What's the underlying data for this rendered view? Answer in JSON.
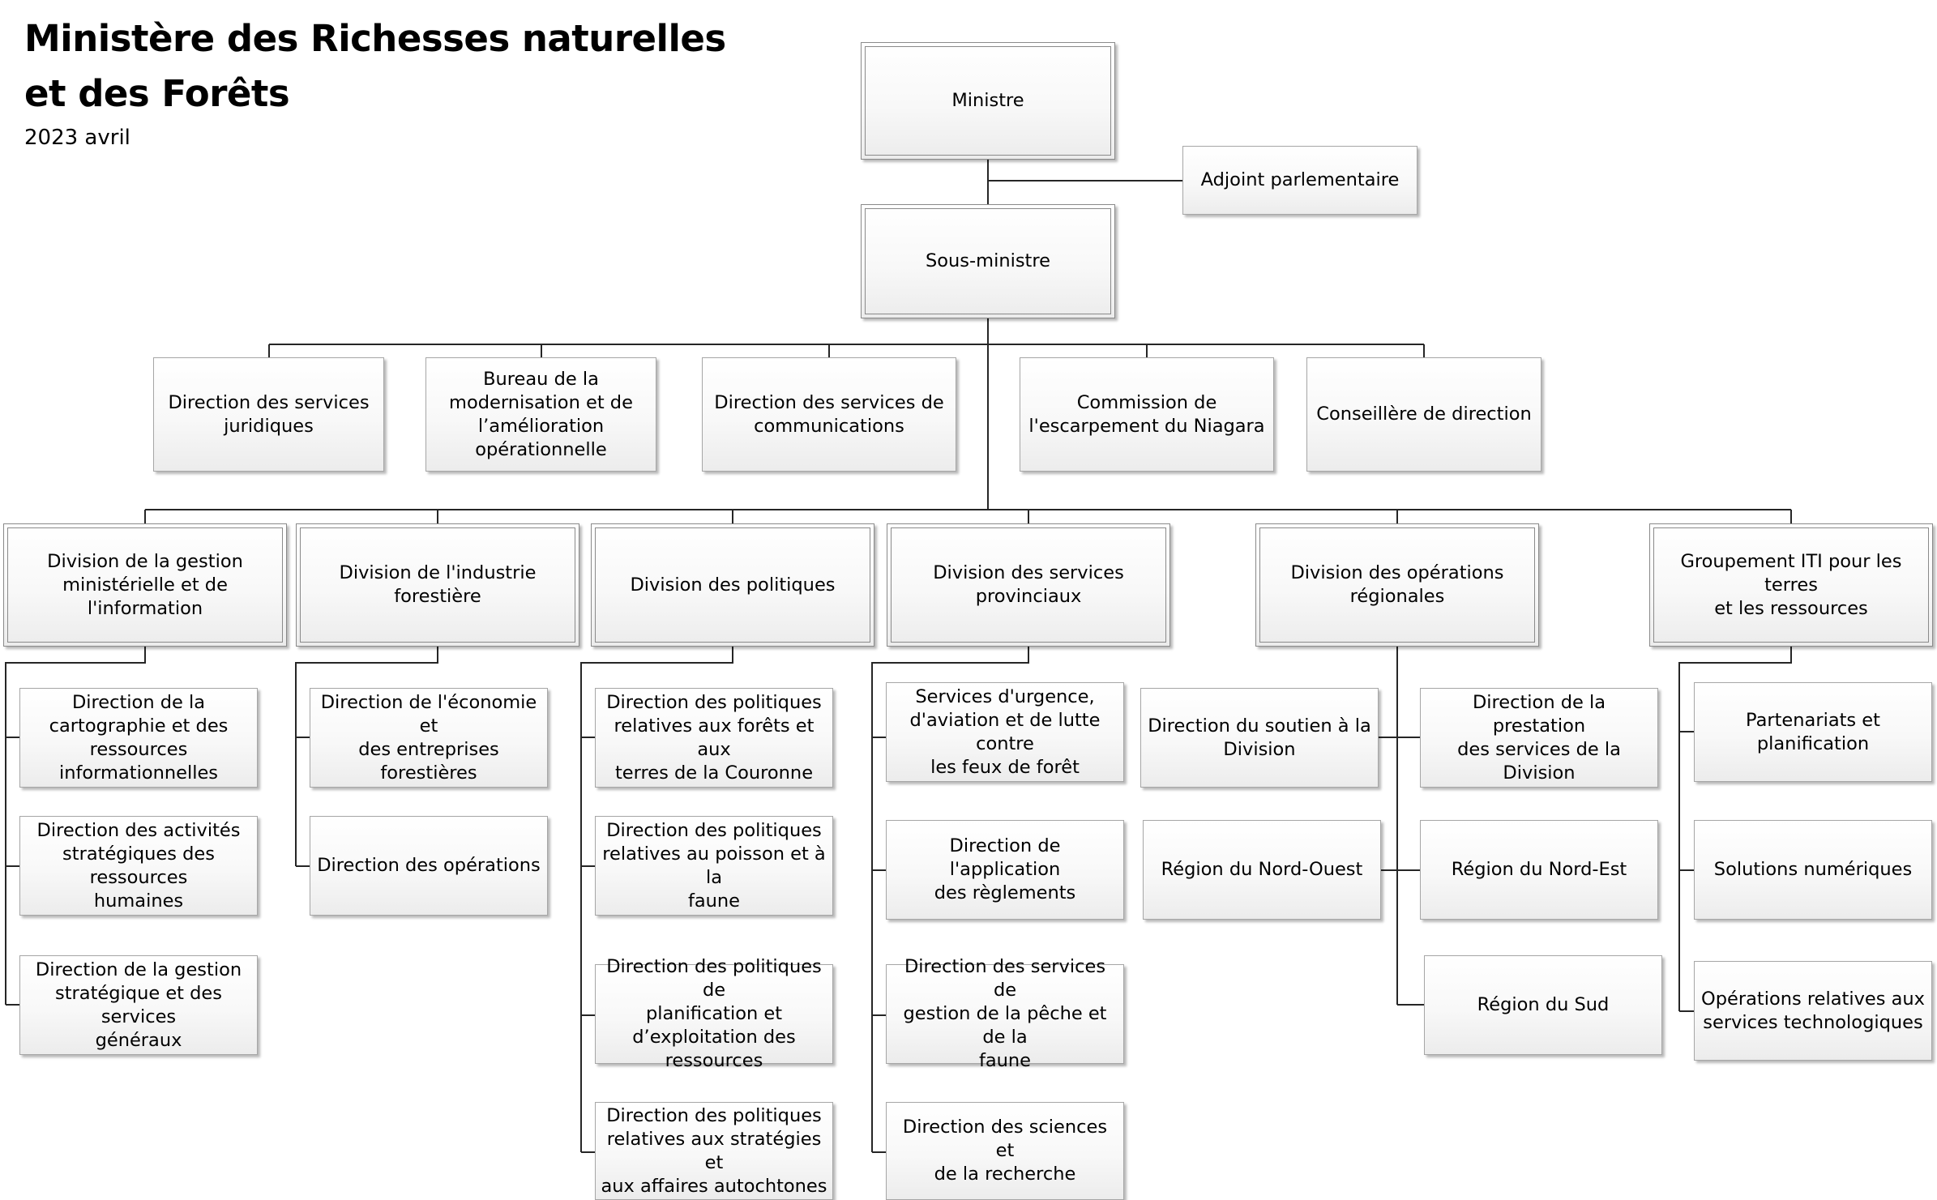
{
  "title_line1": "Ministère des Richesses naturelles",
  "title_line2": "et des Forêts",
  "subtitle": "2023 avril",
  "nodes": {
    "ministre": "Ministre",
    "adjoint": "Adjoint parlementaire",
    "sous_ministre": "Sous-ministre",
    "juridiques": "Direction des services\njuridiques",
    "bureau_modernisation": "Bureau de la\nmodernisation et de\nl’amélioration\nopérationnelle",
    "communications": "Direction des services de\ncommunications",
    "escarpement": "Commission de\nl'escarpement du Niagara",
    "conseillere": "Conseillère de direction",
    "div_gestion": "Division de la gestion\nministérielle et de l'information",
    "div_industrie": "Division de l'industrie\nforestière",
    "div_politiques": "Division des politiques",
    "div_services_prov": "Division des services\nprovinciaux",
    "div_operations": "Division des opérations\nrégionales",
    "groupement_iti": "Groupement ITI pour les terres\net les ressources",
    "cartographie": "Direction de la\ncartographie et des\nressources\ninformationnelles",
    "activites_rh": "Direction des activités\nstratégiques des ressources\nhumaines",
    "gestion_strat": "Direction de la gestion\nstratégique et des services\ngénéraux",
    "economie": "Direction de l'économie et\ndes entreprises forestières",
    "dir_operations": "Direction des opérations",
    "pol_forets": "Direction des politiques\nrelatives aux forêts et aux\nterres de la Couronne",
    "pol_poisson": "Direction des politiques\nrelatives au poisson et à la\nfaune",
    "pol_planif": "Direction des politiques de\nplanification et\nd’exploitation des\nressources",
    "pol_autochtones": "Direction des politiques\nrelatives aux stratégies et\naux affaires autochtones",
    "urgence": "Services d'urgence,\nd'aviation et de lutte contre\nles feux de forêt",
    "application": "Direction de l'application\ndes règlements",
    "peche": "Direction des services de\ngestion de la pêche et de la\nfaune",
    "sciences": "Direction des sciences et\nde la recherche",
    "soutien": "Direction du soutien à la\nDivision",
    "nord_ouest": "Région du Nord-Ouest",
    "prestation": "Direction de la prestation\ndes services de la Division",
    "nord_est": "Région du Nord-Est",
    "sud": "Région du Sud",
    "partenariats": "Partenariats et planification",
    "solutions": "Solutions numériques",
    "ops_techno": "Opérations relatives aux\nservices technologiques"
  }
}
